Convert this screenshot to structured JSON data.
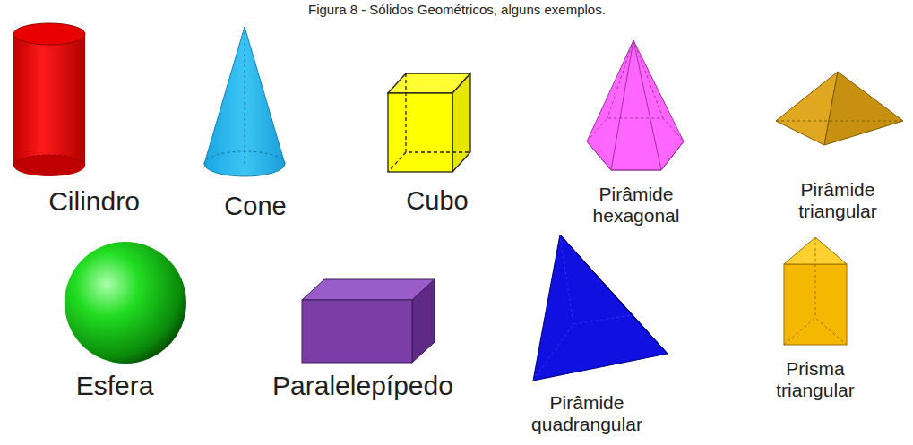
{
  "diagram": {
    "title": "Figura 8 - Sólidos Geométricos, alguns exemplos.",
    "labels": [
      "Cilindro",
      "Cone",
      "Cubo",
      "Pirâmide hexagonal",
      "Pirâmide triangular",
      "Esfera",
      "Paralelepípedo",
      "Pirâmide quadrangular",
      "Prisma triangular"
    ]
  }
}
